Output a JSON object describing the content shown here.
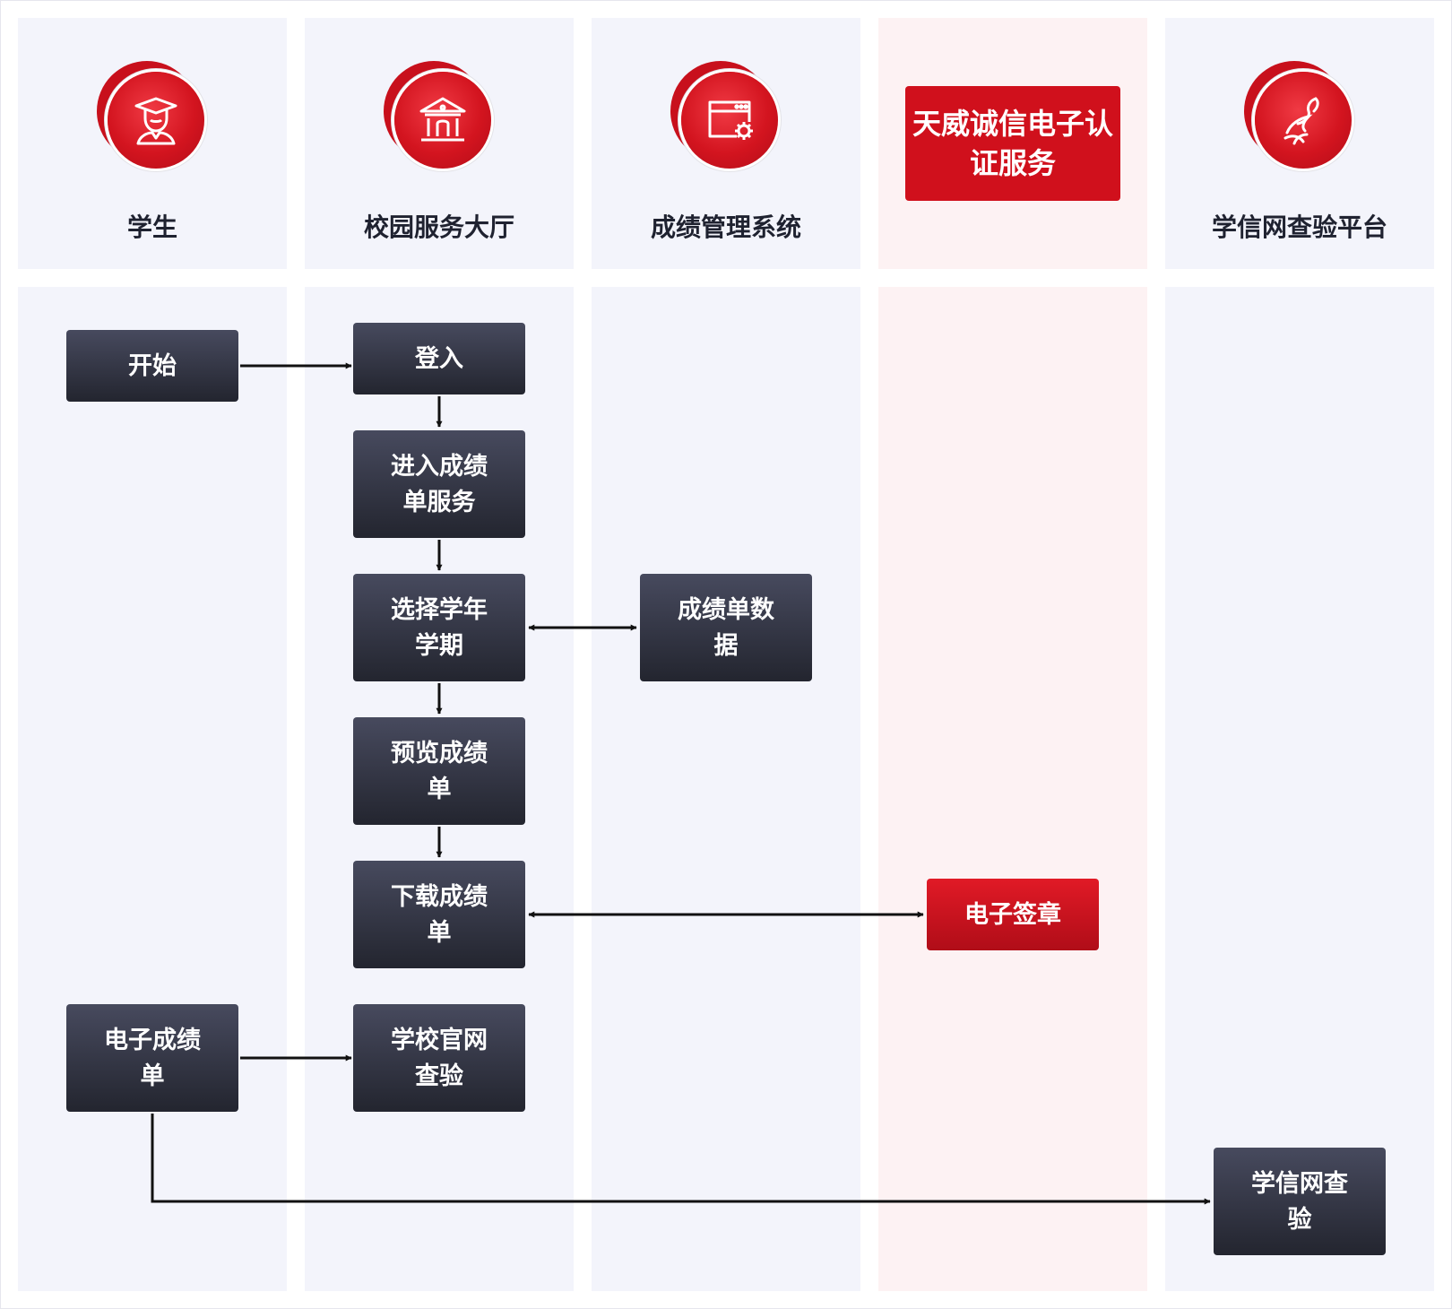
{
  "lanes": [
    {
      "title": "学生",
      "icon": "graduate-icon"
    },
    {
      "title": "校园服务大厅",
      "icon": "building-icon"
    },
    {
      "title": "成绩管理系统",
      "icon": "browser-gear-icon"
    },
    {
      "title": "天威诚信电子认证服务",
      "icon": null
    },
    {
      "title": "学信网查验平台",
      "icon": "phoenix-icon"
    }
  ],
  "nodes": {
    "start": "开始",
    "login": "登入",
    "enter_service": "进入成绩单服务",
    "select_term": "选择学年学期",
    "grade_data": "成绩单数据",
    "preview": "预览成绩单",
    "download": "下载成绩单",
    "e_seal": "电子签章",
    "e_transcript": "电子成绩单",
    "school_verify": "学校官网查验",
    "chsi_verify": "学信网查验"
  },
  "colors": {
    "accent_red": "#d0101c",
    "node_dark": "#2f3140",
    "lane_bg": "#f3f4fb",
    "lane_bg_red": "#fdf2f3"
  }
}
